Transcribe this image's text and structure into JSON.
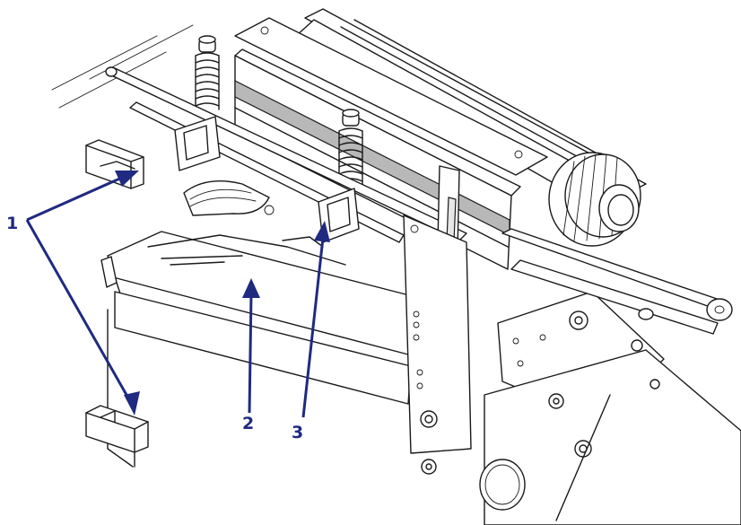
{
  "callouts": [
    {
      "label": "1"
    },
    {
      "label": "2"
    },
    {
      "label": "3"
    }
  ],
  "colors": {
    "callout": "#1f2a80",
    "line": "#1a1a1a",
    "grey_strip": "#b8b8b8",
    "fill_light": "#e6e6e6",
    "background": "#ffffff"
  },
  "icons": [
    "spring-icon",
    "knob-icon",
    "nut-icon"
  ]
}
